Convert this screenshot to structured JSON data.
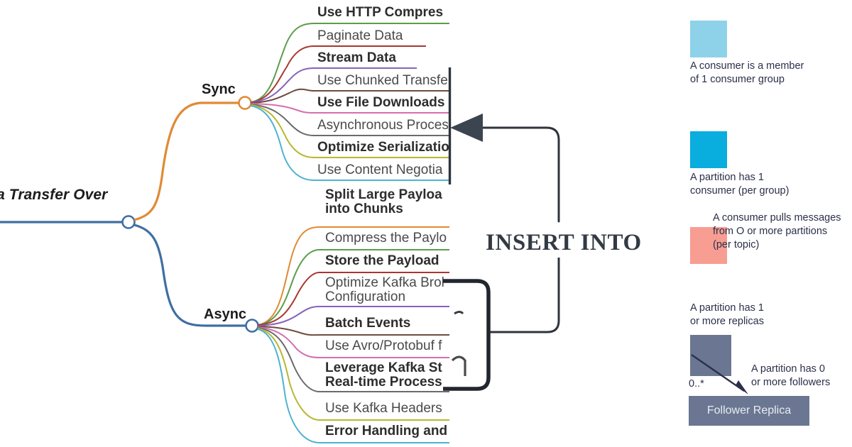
{
  "mindmap": {
    "root_label": "ta Transfer Over",
    "branches": [
      {
        "name": "Sync",
        "color": "#e08a34",
        "children": [
          {
            "label": "Use HTTP Compres",
            "bold": true,
            "color": "#5a9e4b"
          },
          {
            "label": "Paginate Data",
            "bold": false,
            "color": "#a8382f"
          },
          {
            "label": "Stream Data",
            "bold": true,
            "color": "#8763ba"
          },
          {
            "label": "Use Chunked Transfe",
            "bold": false,
            "color": "#6e4b3f"
          },
          {
            "label": "Use File Downloads",
            "bold": true,
            "color": "#d46fb0"
          },
          {
            "label": "Asynchronous Proces",
            "bold": false,
            "color": "#6b6b6b"
          },
          {
            "label": "Optimize Serializatio",
            "bold": true,
            "color": "#b8b733"
          },
          {
            "label": "Use Content Negotia",
            "bold": false,
            "color": "#4fb3cf"
          }
        ]
      },
      {
        "name": "Async",
        "color": "#3f6ea3",
        "children": [
          {
            "label": "Split Large Payloa\ninto Chunks",
            "bold": true,
            "color": "#e08a34"
          },
          {
            "label": "Compress the Paylo",
            "bold": false,
            "color": "#5a9e4b"
          },
          {
            "label": "Store the Payload",
            "bold": true,
            "color": "#a8382f"
          },
          {
            "label": "Optimize Kafka Brol\nConfiguration",
            "bold": false,
            "color": "#8763ba"
          },
          {
            "label": "Batch Events",
            "bold": true,
            "color": "#6e4b3f"
          },
          {
            "label": "Use Avro/Protobuf f",
            "bold": false,
            "color": "#d46fb0"
          },
          {
            "label": "Leverage Kafka St\nReal-time Process",
            "bold": true,
            "color": "#6b6b6b"
          },
          {
            "label": "Use Kafka Headers",
            "bold": false,
            "color": "#b8b733"
          },
          {
            "label": "Error Handling and",
            "bold": true,
            "color": "#4fb3cf"
          }
        ]
      }
    ]
  },
  "connector": {
    "label": "INSERT INTO",
    "line_color": "#343a44"
  },
  "kafka": {
    "items": [
      {
        "swatch_color": "#8ed2ea",
        "text": "A consumer is a member\nof 1 consumer group"
      },
      {
        "swatch_color": "#09adde",
        "text": "A partition has 1\nconsumer (per group)"
      },
      {
        "swatch_color": "#f79d92",
        "text": "A consumer pulls messages\nfrom O or more partitions\n(per topic)"
      },
      {
        "swatch_color": "#6b7792",
        "text": "A partition has  1\nor more replicas"
      }
    ],
    "followers_note": "A partition has 0\nor more followers",
    "multiplicity": "0..*",
    "follower_box": {
      "label": "Follower Replica",
      "fill": "#6b7792"
    }
  }
}
